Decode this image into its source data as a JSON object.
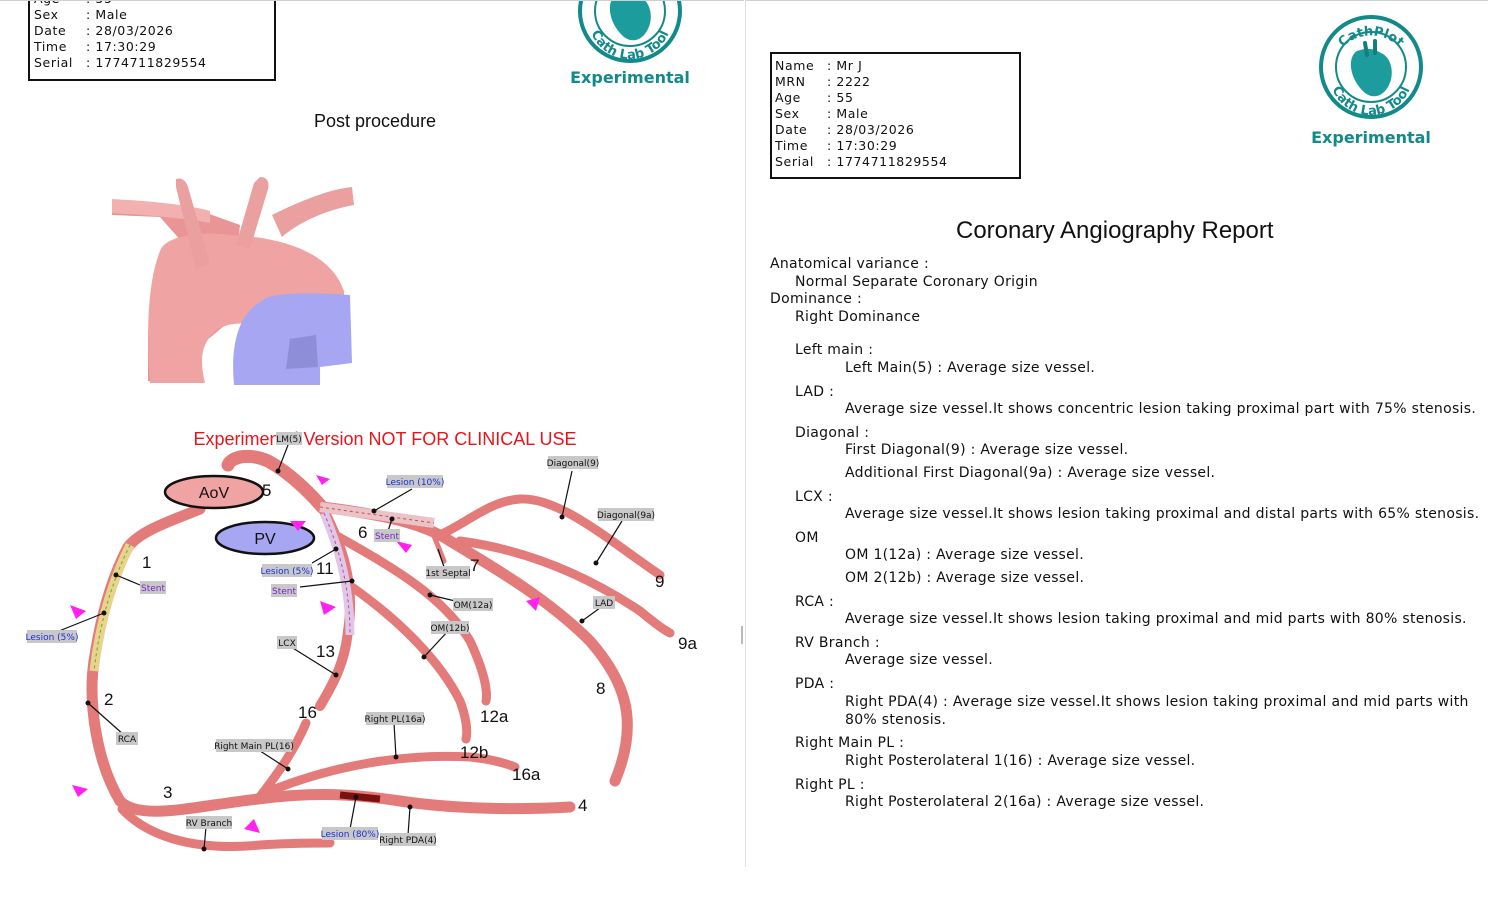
{
  "patient": {
    "labels": {
      "name": "Name",
      "mrn": "MRN",
      "age": "Age",
      "sex": "Sex",
      "date": "Date",
      "time": "Time",
      "serial": "Serial"
    },
    "name": "Mr J",
    "mrn": "2222",
    "age": "55",
    "sex": "Male",
    "date": "28/03/2026",
    "time": "17:30:29",
    "serial": "1774711829554"
  },
  "logo": {
    "ring_text": "CathPlot",
    "ring_text_bottom": "Cath Lab Tool",
    "caption": "Experimental",
    "color": "#138a8a"
  },
  "left_page": {
    "title": "Post procedure",
    "warning": "Experimental Version NOT FOR CLINICAL USE",
    "warning_color": "#e8141b",
    "aorta_color": "#f0a3a3",
    "vein_color": "#a6a6f2",
    "vessel_color": "#e47b7b",
    "marker_color": "#ff22ee",
    "valves": {
      "aov": "AoV",
      "pv": "PV"
    },
    "segment_numbers": [
      "5",
      "1",
      "6",
      "7",
      "11",
      "9",
      "9a",
      "13",
      "2",
      "16",
      "12a",
      "8",
      "12b",
      "16a",
      "3",
      "4"
    ],
    "tags": {
      "lm5": "LM(5)",
      "diagonal9": "Diagonal(9)",
      "diagonal9a": "Diagonal(9a)",
      "lesion10": "Lesion (10%)",
      "stent_lad": "Stent",
      "septal1": "1st Septal",
      "lesion5_lcx": "Lesion (5%)",
      "stent_lcx": "Stent",
      "stent_rca": "Stent",
      "lesion5_rca": "Lesion (5%)",
      "om12a": "OM(12a)",
      "om12b": "OM(12b)",
      "lad": "LAD",
      "lcx": "LCX",
      "rca": "RCA",
      "right_pl16a": "Right PL(16a)",
      "right_main_pl16": "Right Main PL(16)",
      "rv_branch": "RV Branch",
      "lesion80": "Lesion (80%)",
      "right_pda4": "Right PDA(4)"
    }
  },
  "report": {
    "title": "Coronary Angiography Report",
    "lines": [
      {
        "indent": 0,
        "text": "Anatomical variance :"
      },
      {
        "indent": 1,
        "text": "Normal Separate Coronary Origin"
      },
      {
        "indent": 0,
        "text": "Dominance :"
      },
      {
        "indent": 1,
        "text": "Right Dominance"
      },
      {
        "indent": 1,
        "text": "Left main :",
        "gap": 16
      },
      {
        "indent": 2,
        "text": "Left Main(5) : Average size vessel."
      },
      {
        "indent": 1,
        "text": "LAD :",
        "gap": 6
      },
      {
        "indent": 2,
        "text": "Average size vessel.It shows concentric lesion taking proximal part with 75% stenosis."
      },
      {
        "indent": 1,
        "text": "Diagonal :",
        "gap": 6
      },
      {
        "indent": 2,
        "text": "First Diagonal(9) : Average size vessel."
      },
      {
        "indent": 2,
        "text": "Additional First Diagonal(9a) : Average size vessel.",
        "gap": 5
      },
      {
        "indent": 1,
        "text": "LCX :",
        "gap": 6
      },
      {
        "indent": 2,
        "text": "Average size vessel.It shows lesion taking proximal and distal parts with 65% stenosis."
      },
      {
        "indent": 1,
        "text": "OM",
        "gap": 6
      },
      {
        "indent": 2,
        "text": "OM 1(12a) : Average size vessel."
      },
      {
        "indent": 2,
        "text": "OM 2(12b) : Average size vessel.",
        "gap": 5
      },
      {
        "indent": 1,
        "text": "RCA :",
        "gap": 6
      },
      {
        "indent": 2,
        "text": "Average size vessel.It shows lesion taking proximal and mid parts with 80% stenosis."
      },
      {
        "indent": 1,
        "text": "RV Branch :",
        "gap": 6
      },
      {
        "indent": 2,
        "text": "Average size vessel."
      },
      {
        "indent": 1,
        "text": "PDA :",
        "gap": 6
      },
      {
        "indent": 2,
        "text": "Right PDA(4) : Average size vessel.It shows lesion taking proximal and mid parts with 80% stenosis.",
        "wrap": true
      },
      {
        "indent": 1,
        "text": "Right Main PL :",
        "gap": 6
      },
      {
        "indent": 2,
        "text": "Right Posterolateral 1(16) : Average size vessel."
      },
      {
        "indent": 1,
        "text": "Right PL :",
        "gap": 6
      },
      {
        "indent": 2,
        "text": "Right Posterolateral 2(16a) : Average size vessel."
      }
    ]
  }
}
